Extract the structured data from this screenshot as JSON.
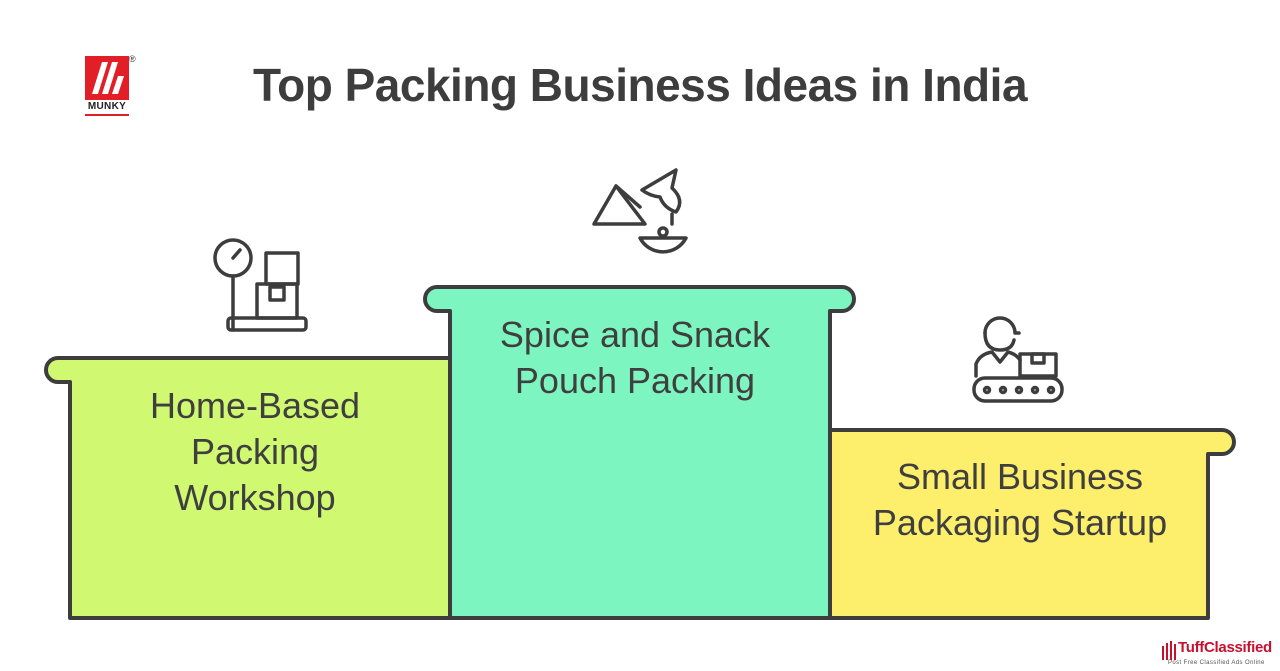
{
  "title": "Top Packing Business Ideas in India",
  "logo": {
    "text": "MUNKY",
    "reg": "®"
  },
  "steps": [
    {
      "label_lines": [
        "Home-Based",
        "Packing",
        "Workshop"
      ],
      "color": "#d0f871",
      "icon": "weighing-scale-box-icon"
    },
    {
      "label_lines": [
        "Spice and Snack",
        "Pouch Packing"
      ],
      "color": "#7df5c0",
      "icon": "spices-bowl-icon"
    },
    {
      "label_lines": [
        "Small Business",
        "Packaging Startup"
      ],
      "color": "#fdee6b",
      "icon": "worker-conveyor-icon"
    }
  ],
  "watermark": {
    "name": "TuffClassified",
    "tagline": "Post Free Classified Ads Online"
  },
  "colors": {
    "outline": "#3d3d3d",
    "text": "#3f3f3f",
    "logo_red": "#e21e26"
  }
}
